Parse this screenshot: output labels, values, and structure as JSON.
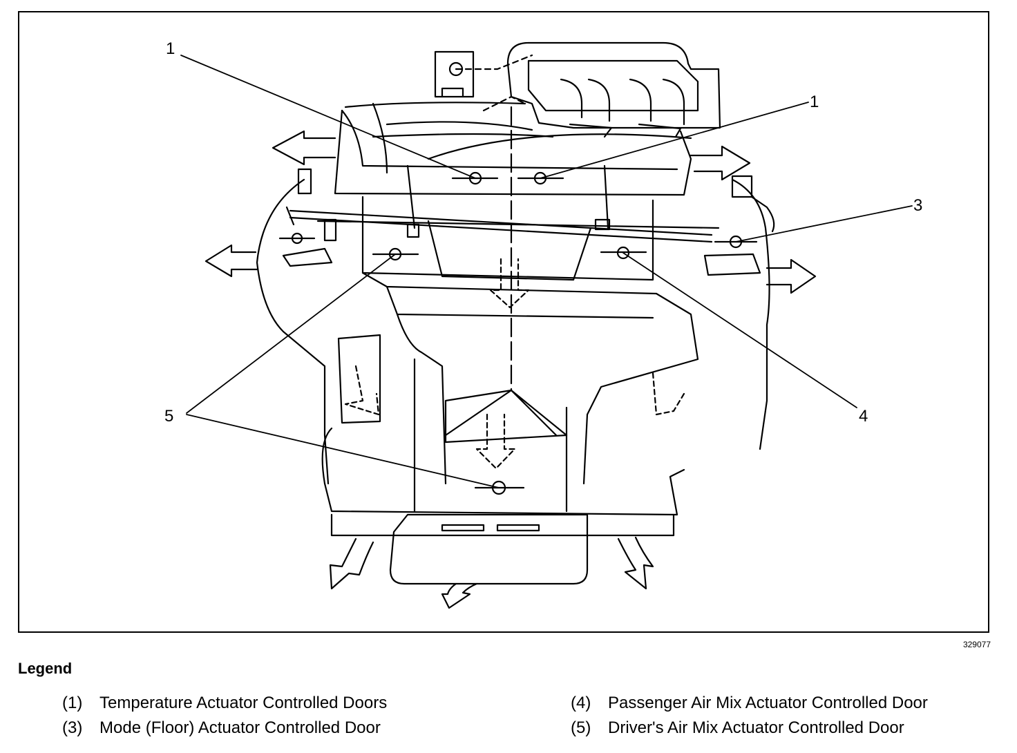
{
  "figure_id": "329077",
  "callouts": {
    "c1a": "1",
    "c1b": "1",
    "c3": "3",
    "c4": "4",
    "c5": "5"
  },
  "legend": {
    "title": "Legend",
    "items": [
      {
        "num": "(1)",
        "text": "Temperature Actuator Controlled Doors"
      },
      {
        "num": "(3)",
        "text": "Mode (Floor) Actuator Controlled Door"
      },
      {
        "num": "(4)",
        "text": "Passenger Air Mix Actuator Controlled Door"
      },
      {
        "num": "(5)",
        "text": "Driver's Air Mix Actuator Controlled Door"
      }
    ]
  }
}
